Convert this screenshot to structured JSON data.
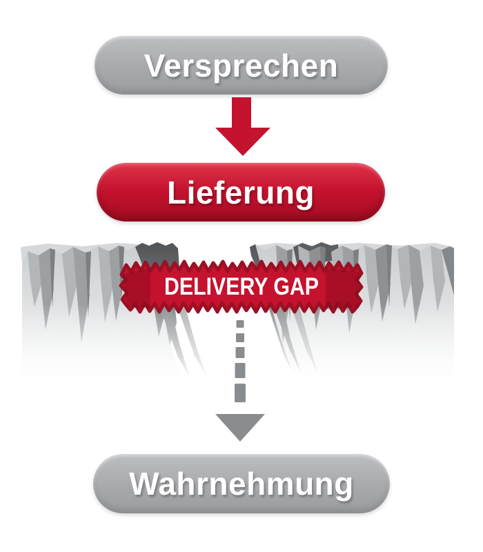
{
  "diagram": {
    "nodes": {
      "promise": {
        "label": "Versprechen"
      },
      "delivery": {
        "label": "Lieferung"
      },
      "perception": {
        "label": "Wahrnehmung"
      }
    },
    "banner": {
      "label": "DELIVERY GAP"
    },
    "icons": {
      "solid_arrow": "down-arrow-icon",
      "dashed_arrow": "dashed-down-arrow-icon"
    },
    "colors": {
      "background": "#ffffff",
      "red": "#c5122e",
      "red_light": "#dd3349",
      "red_dark": "#9c1024",
      "gray_node": "#a9abae",
      "gray_node_dark": "#9a9c9f",
      "arrow_gray": "#8a8d90",
      "cliff_light": "#d2d4d6",
      "cliff_mid": "#9da0a3",
      "cliff_dark": "#54575a",
      "text": "#ffffff"
    }
  }
}
